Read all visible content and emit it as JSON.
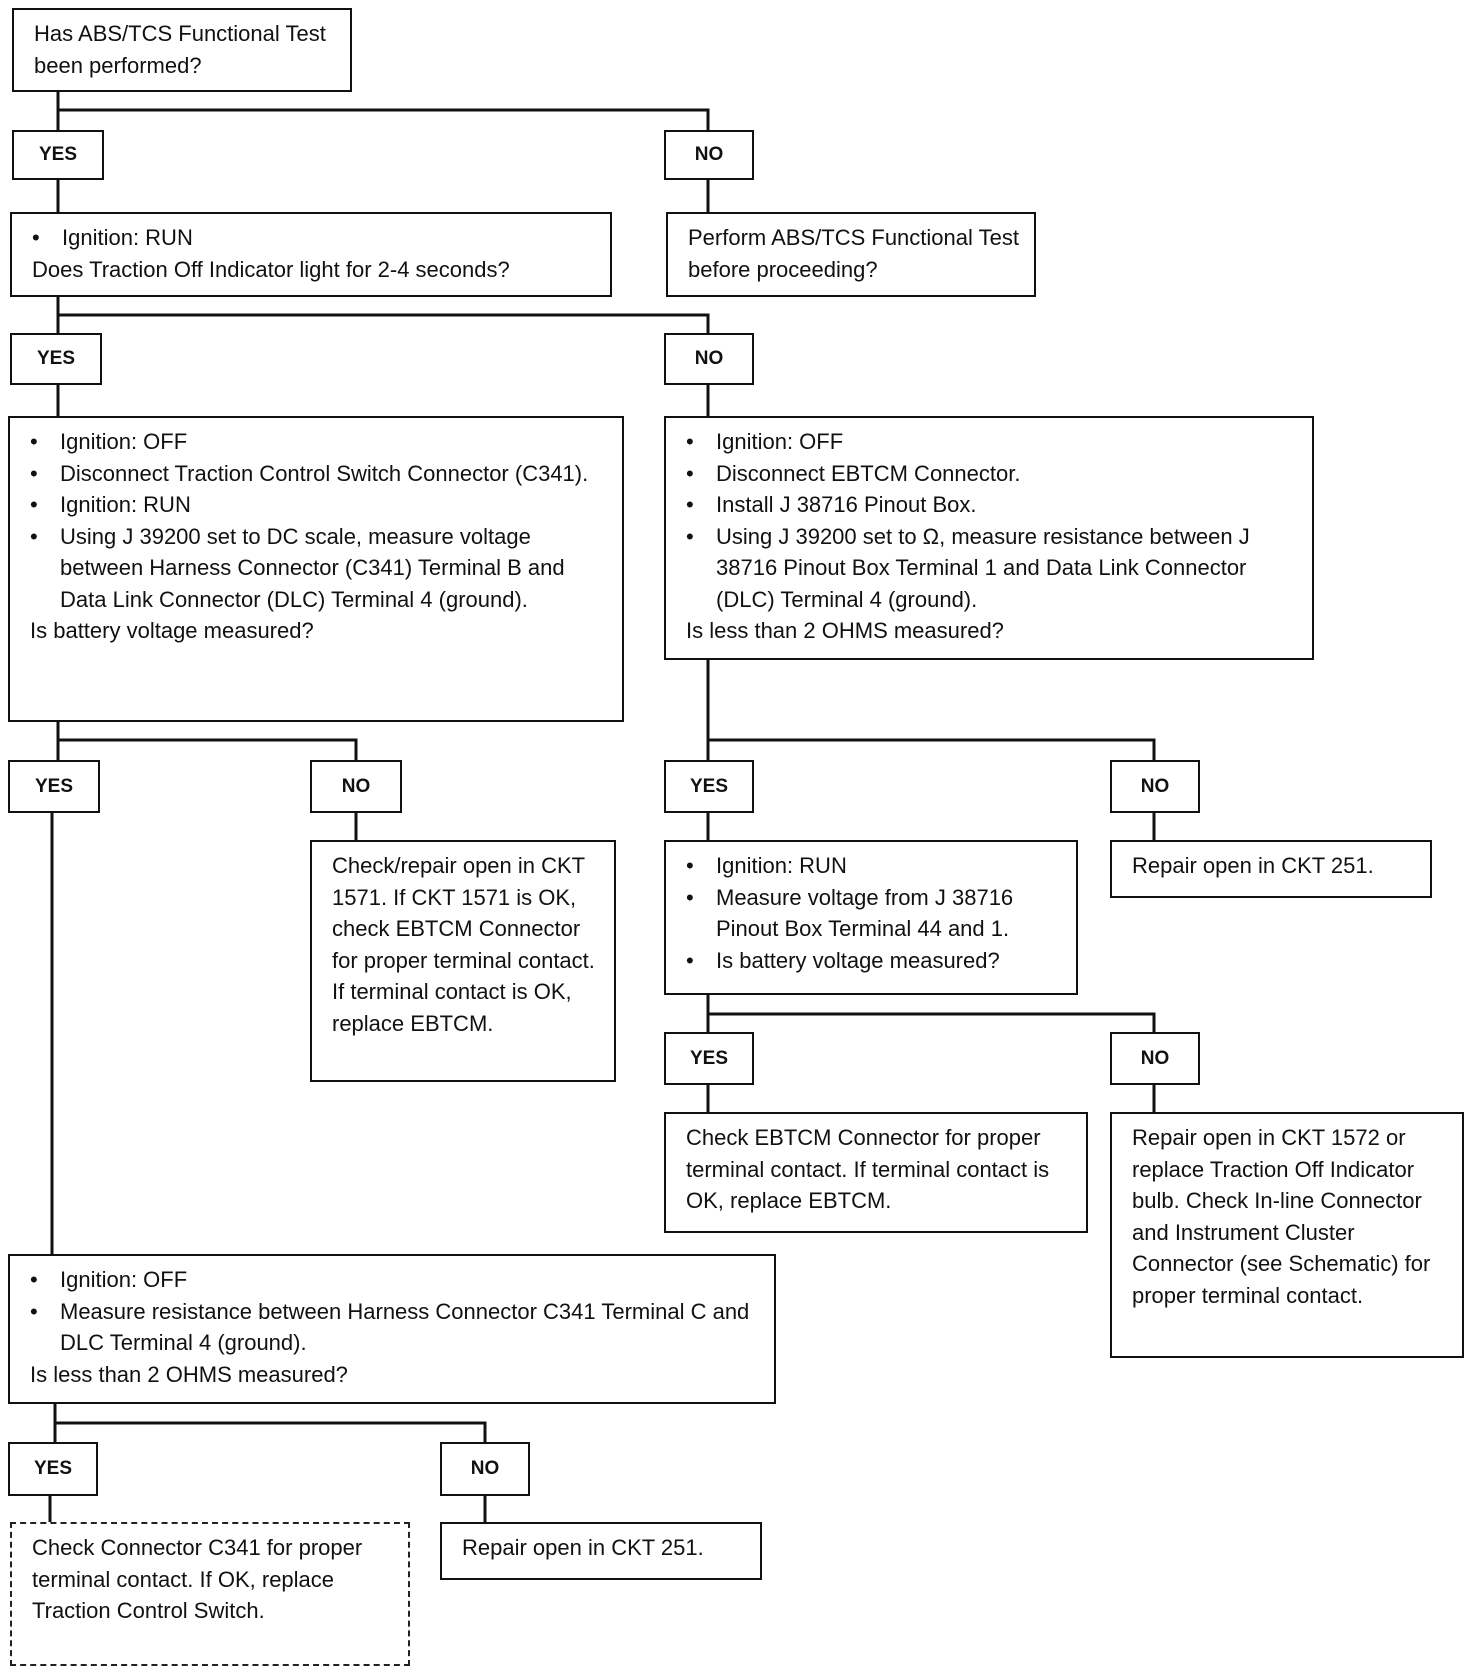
{
  "nodes": {
    "abs_test": {
      "question": "Has ABS/TCS Functional Test been performed?"
    },
    "perform_test": {
      "text": "Perform ABS/TCS Functional Test before proceeding?"
    },
    "ignition_indicator": {
      "items": [
        "Ignition:  RUN"
      ],
      "question": "Does Traction Off Indicator light for 2-4 seconds?"
    },
    "switch_voltage": {
      "items": [
        "Ignition:  OFF",
        "Disconnect Traction Control Switch Connector (C341).",
        "Ignition:  RUN",
        "Using J 39200 set to DC scale, measure voltage between Harness Connector (C341) Terminal B and Data Link Connector (DLC) Terminal 4 (ground)."
      ],
      "question": "Is battery voltage measured?"
    },
    "ebtcm_resistance": {
      "items": [
        "Ignition:  OFF",
        "Disconnect EBTCM Connector.",
        "Install J 38716 Pinout Box.",
        "Using J 39200 set to Ω, measure resistance between J 38716 Pinout Box Terminal 1 and Data Link Connector (DLC) Terminal 4 (ground)."
      ],
      "question": "Is less than 2 OHMS measured?"
    },
    "check_ckt_1571": {
      "text": "Check/repair open in CKT 1571. If CKT 1571 is OK, check EBTCM Connector for proper terminal contact. If terminal contact is OK, replace EBTCM."
    },
    "pinout_voltage": {
      "items": [
        "Ignition:  RUN",
        "Measure voltage from J 38716 Pinout Box Terminal 44 and 1.",
        "Is battery voltage measured?"
      ]
    },
    "repair_251_a": {
      "text": "Repair open in CKT 251."
    },
    "check_ebtcm": {
      "text": "Check EBTCM Connector for proper terminal contact. If terminal contact is OK, replace EBTCM."
    },
    "repair_1572": {
      "text": "Repair open in CKT 1572 or replace Traction Off Indicator bulb. Check In-line Connector and Instrument Cluster Connector (see Schematic) for proper terminal contact."
    },
    "c341_resistance": {
      "items": [
        "Ignition:  OFF",
        "Measure resistance between Harness Connector C341 Terminal C and DLC Terminal 4 (ground)."
      ],
      "question": "Is less than 2 OHMS measured?"
    },
    "check_c341": {
      "text": "Check Connector C341 for proper terminal contact. If OK, replace Traction Control Switch."
    },
    "repair_251_b": {
      "text": "Repair open in CKT 251."
    }
  },
  "labels": {
    "yes": "YES",
    "no": "NO"
  }
}
